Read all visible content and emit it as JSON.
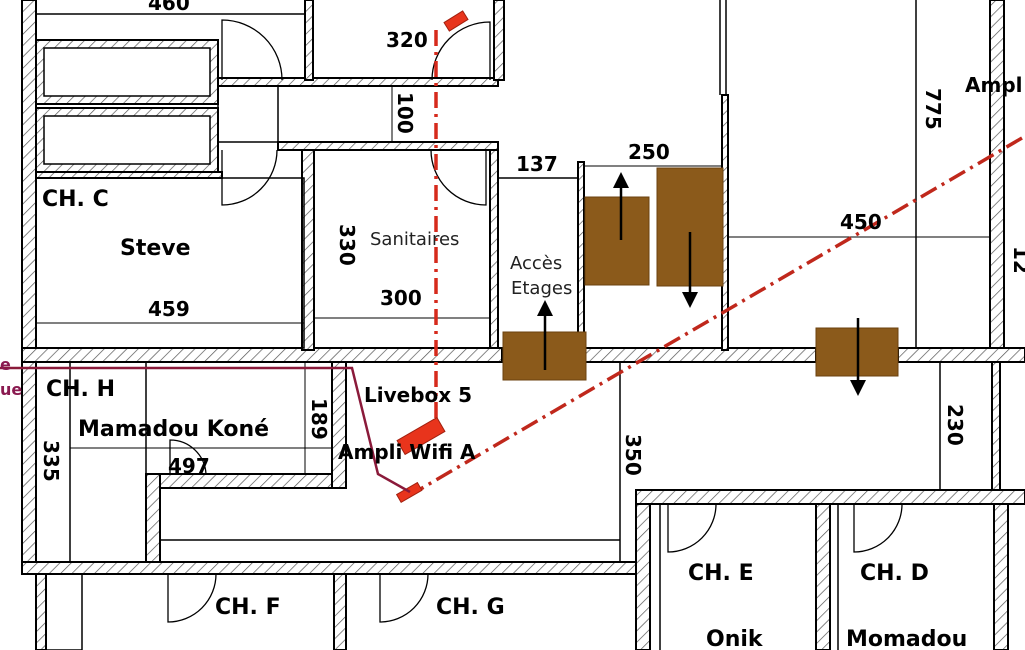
{
  "rooms": {
    "ch_c": "CH.  C",
    "ch_c_name": "Steve",
    "ch_h": "CH.  H",
    "ch_h_name": "Mamadou Koné",
    "ch_f": "CH.  F",
    "ch_g": "CH.  G",
    "ch_e": "CH.  E",
    "ch_e_name": "Onik",
    "ch_d": "CH.  D",
    "ch_d_name": "Momadou",
    "sanitaires": "Sanitaires",
    "acces_line1": "Accès",
    "acces_line2": "Etages"
  },
  "dimensions": {
    "d460": "460",
    "d320": "320",
    "d100": "100",
    "d775": "775",
    "d137": "137",
    "d250": "250",
    "d450": "450",
    "d330": "330",
    "d300": "300",
    "d459": "459",
    "d189": "189",
    "d335": "335",
    "d497": "497",
    "d350": "350",
    "d230": "230",
    "d12x": "12"
  },
  "devices": {
    "livebox": "Livebox 5",
    "ampli_a": "Ampli Wifi A",
    "ampli_edge": "Ampl"
  },
  "edge_text": {
    "line1": "e",
    "line2": "ue"
  },
  "colors": {
    "wifi_line": "#c0281c",
    "device": "#e8341c",
    "furniture": "#8b5a1b",
    "cable": "#8a1a3a"
  }
}
